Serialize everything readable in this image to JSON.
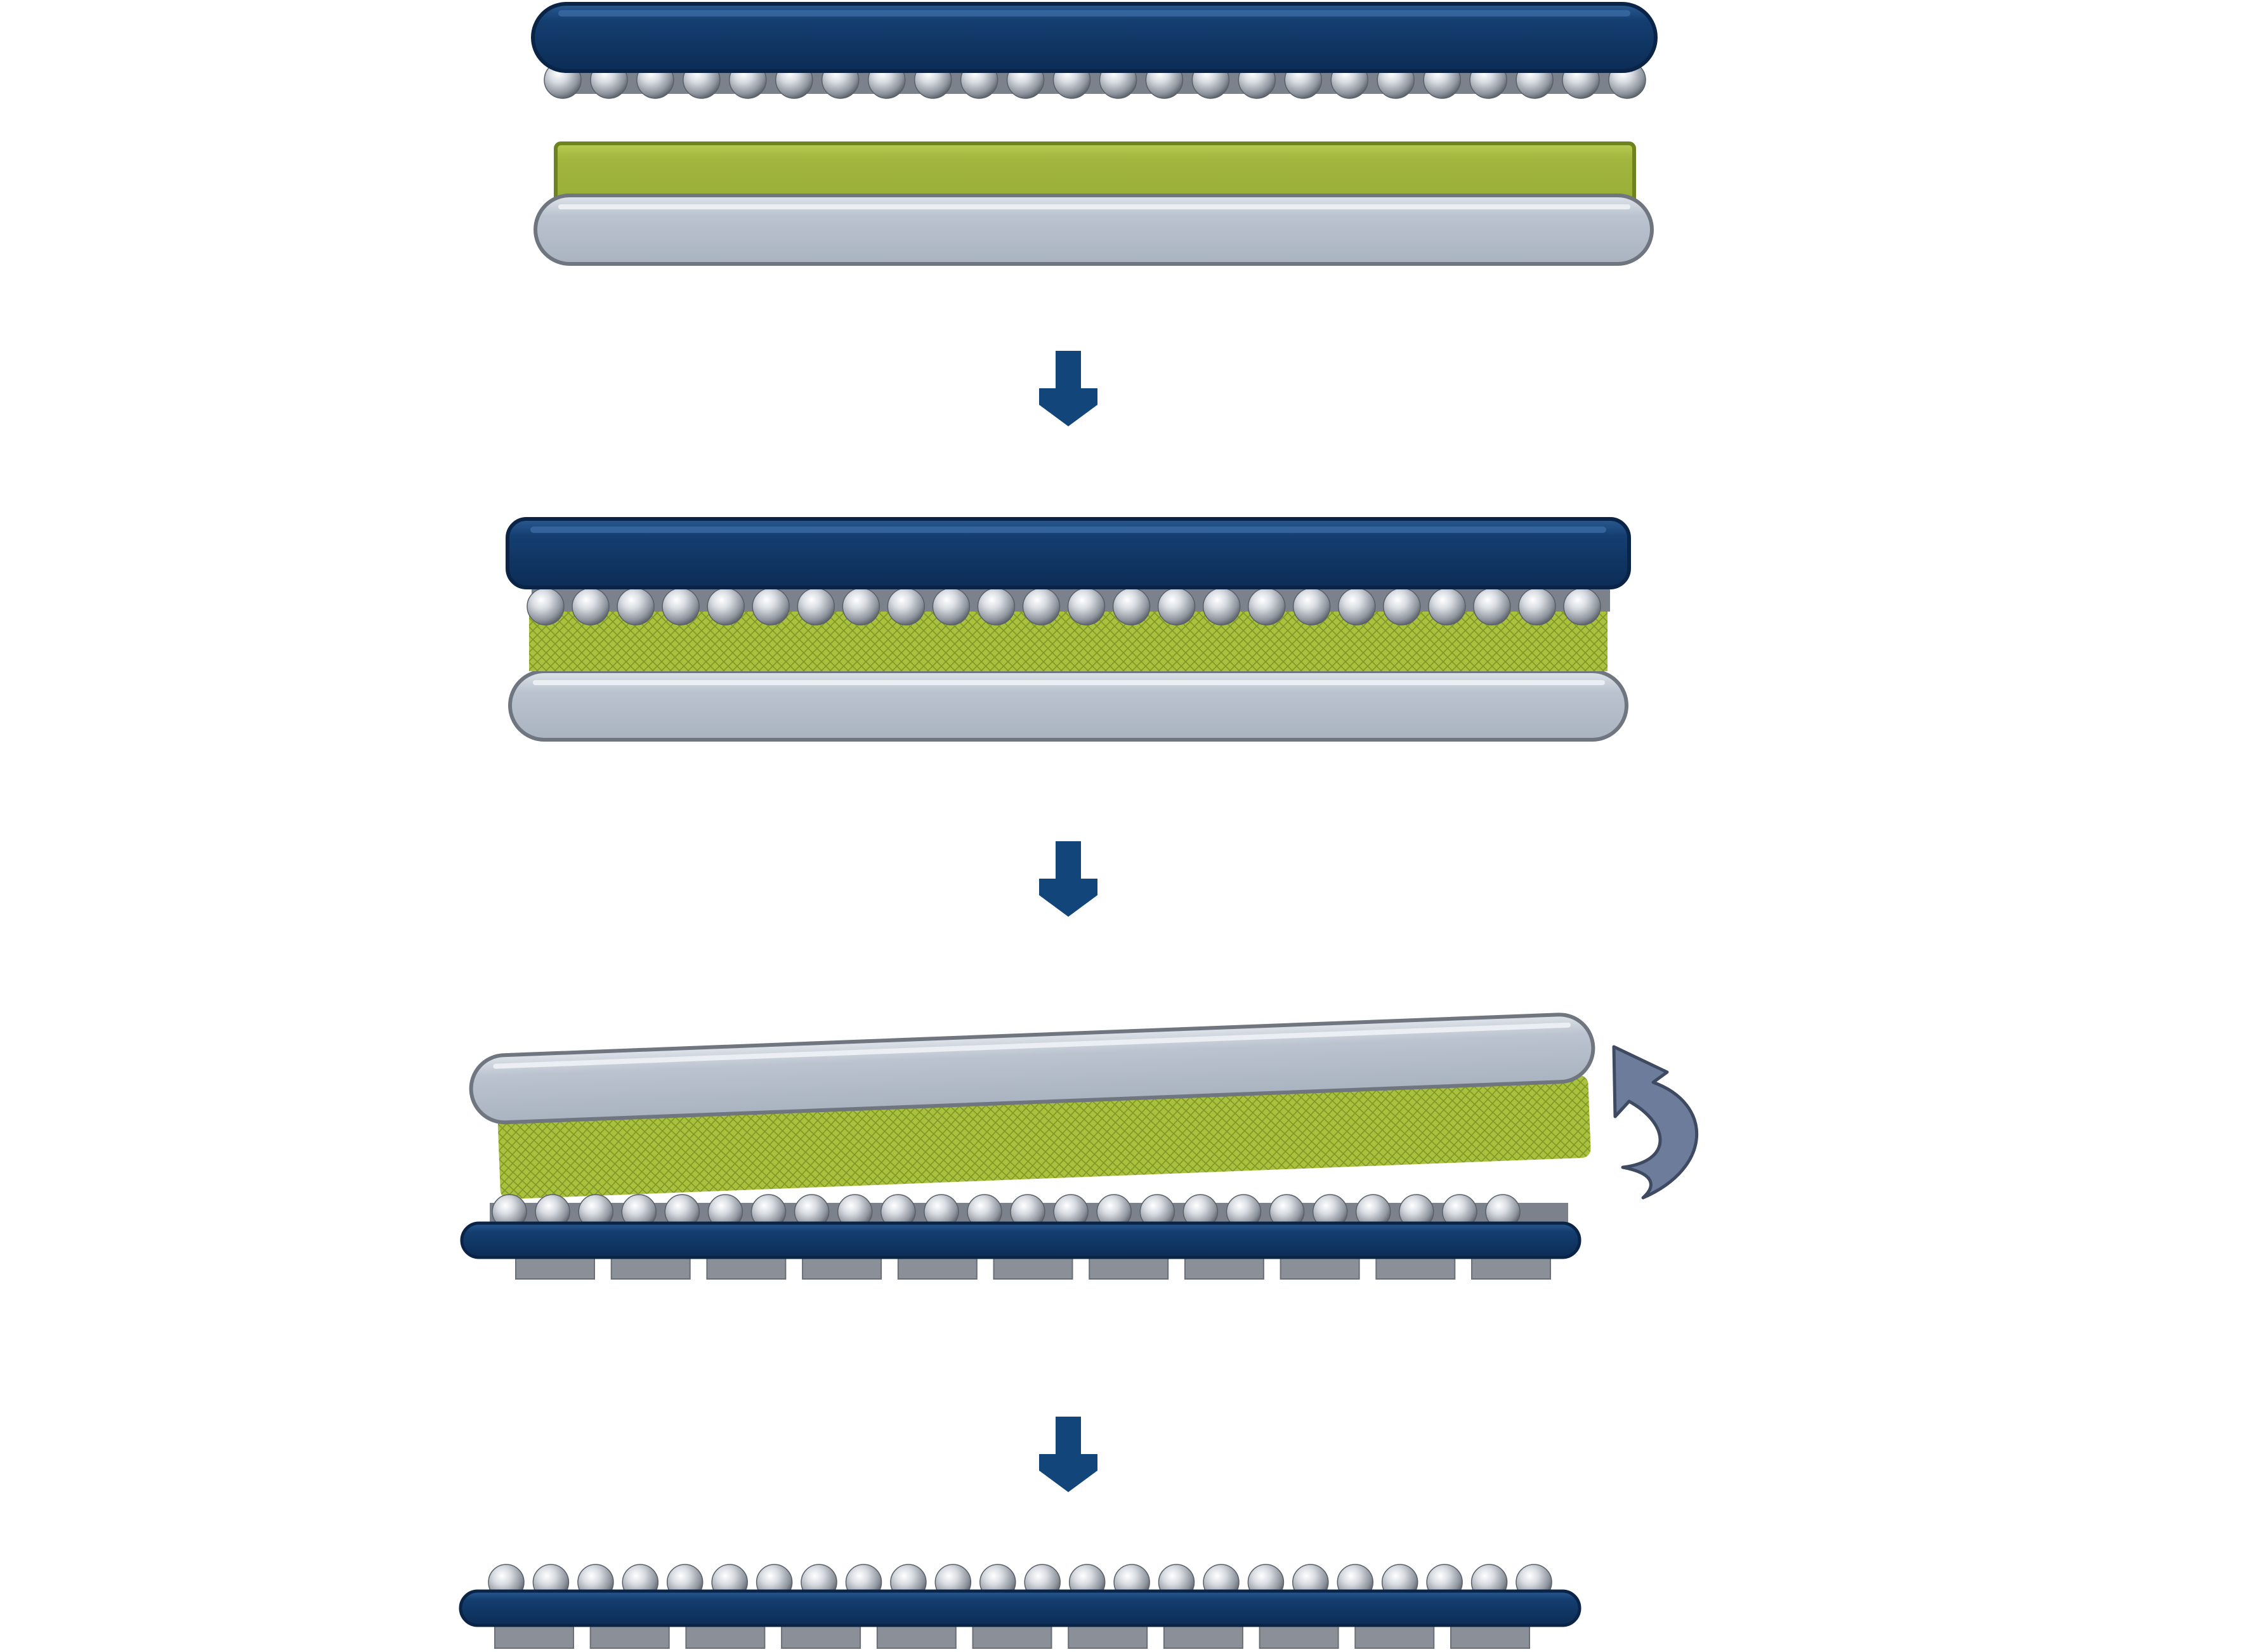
{
  "diagram": {
    "steps": [
      {
        "name": "separated-stack"
      },
      {
        "name": "laminated-stack"
      },
      {
        "name": "release-step"
      },
      {
        "name": "final-transfer"
      }
    ],
    "arrows": [
      {
        "name": "process-arrow-1",
        "icon": "down-arrow-icon"
      },
      {
        "name": "process-arrow-2",
        "icon": "down-arrow-icon"
      },
      {
        "name": "process-arrow-3",
        "icon": "down-arrow-icon"
      }
    ],
    "counts": {
      "spheres_per_row": 24,
      "pads_per_substrate": 11
    }
  },
  "colors": {
    "background": "#ffffff",
    "navy": "#123a6a",
    "navy_edge": "#0a2447",
    "light_grey": "#b9c2ce",
    "grey_edge": "#6f767f",
    "green": "#a2b63f",
    "green_edge": "#6e8320",
    "pad": "#8b8f98",
    "arrow": "#12457a",
    "curved_arrow": "#6d7c9a"
  }
}
